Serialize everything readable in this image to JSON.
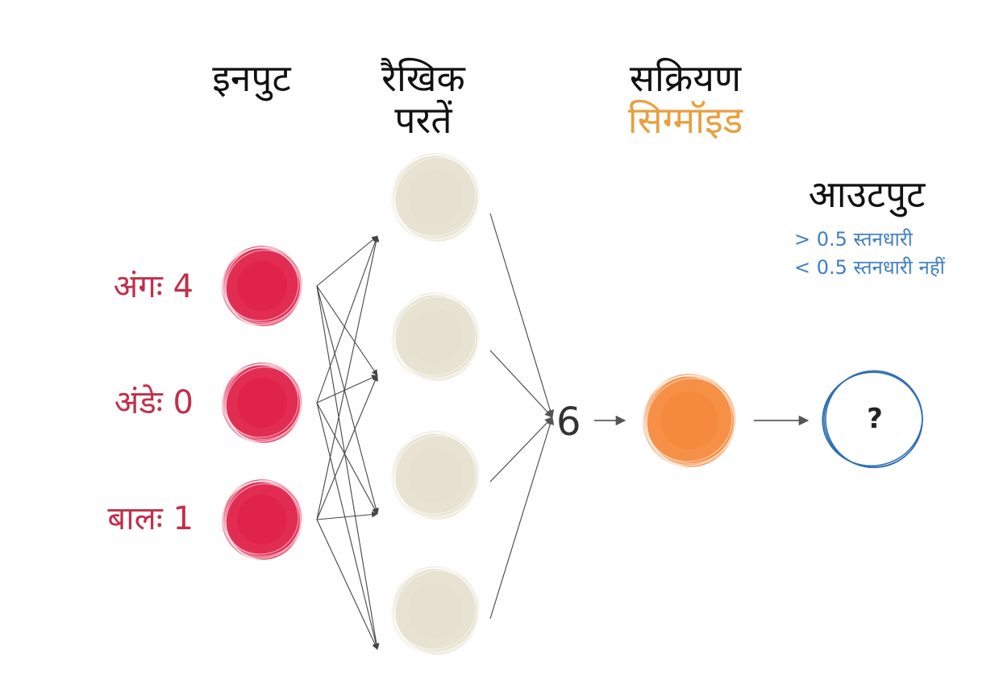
{
  "headers": {
    "input": "इनपुट",
    "linear_line1": "रैखिक",
    "linear_line2": "परतें",
    "activation": "सक्रियण",
    "sigmoid": "सिग्मॉइड",
    "output": "आउटपुट"
  },
  "inputs": [
    {
      "label": "अंगः 4"
    },
    {
      "label": "अंडेः 0"
    },
    {
      "label": "बालः 1"
    }
  ],
  "output_rules": [
    "> 0.5 स्तनधारी",
    "< 0.5 स्तनधारी नहीं"
  ],
  "sum_value": "6",
  "output_symbol": "?",
  "hidden_count": 4,
  "colors": {
    "input_node": "#e0224a",
    "hidden_node": "#e6e0cf",
    "activation_node": "#f58a3c",
    "output_ring": "#2f6fb3",
    "input_text": "#c0304a",
    "sigmoid_text": "#e8a040",
    "rule_text": "#3f7fbf",
    "arrow": "#444444"
  },
  "icons": {
    "input": "red-scribble-circle",
    "hidden": "beige-scribble-circle",
    "activation": "orange-scribble-circle",
    "output": "blue-ring-circle",
    "connector": "arrow-icon"
  }
}
